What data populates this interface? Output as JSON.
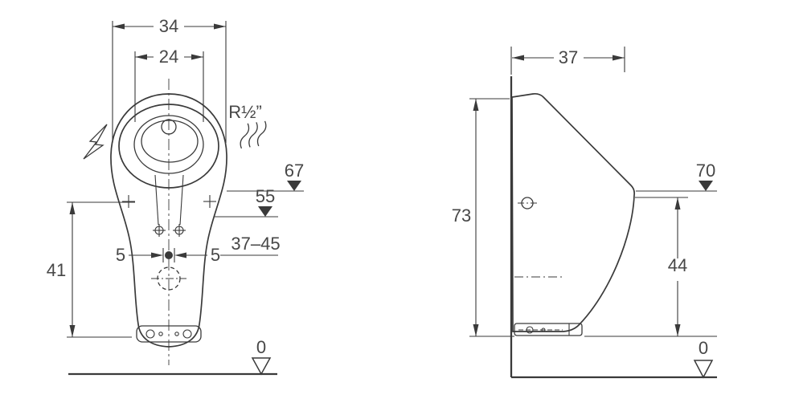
{
  "colors": {
    "line": "#3a3a3a",
    "text": "#474747",
    "background": "#ffffff"
  },
  "icons": {
    "lightning-icon": "electronic flush energy symbol (zigzag bolt)",
    "water-seal-icon": "water supply / seal symbol (three wavy strokes)",
    "level-triangle-icon": "filled level marker triangle",
    "datum-triangle-icon": "open floor datum triangle"
  },
  "front_view": {
    "dims": {
      "overall_width": "34",
      "rim_width": "24",
      "inlet_connection": "R½”",
      "inlet_height": "67",
      "rim_height": "55",
      "outlet_height_range": "37–45",
      "fixing_height": "41",
      "outlet_offset_left": "5",
      "outlet_offset_right": "5",
      "floor_level": "0"
    }
  },
  "side_view": {
    "dims": {
      "depth": "37",
      "overall_height": "73",
      "rim_front_height": "70",
      "front_edge_height": "44",
      "floor_level": "0"
    }
  }
}
